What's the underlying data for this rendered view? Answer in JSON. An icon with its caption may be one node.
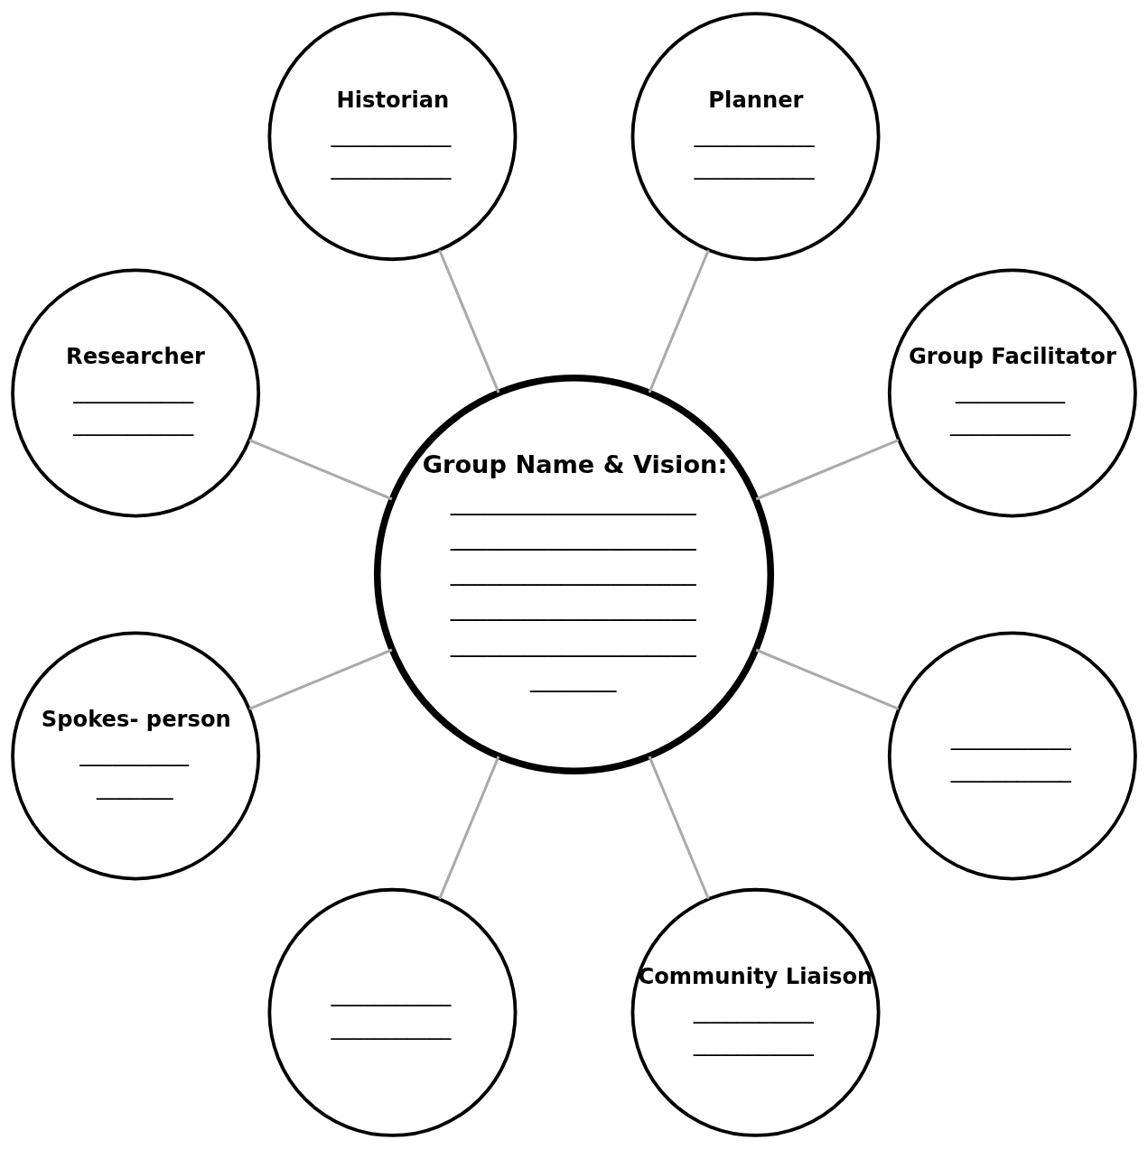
{
  "diagram": {
    "nodes": [
      {
        "text": [
          "Group Facilitator",
          "__________",
          "___________"
        ]
      },
      {
        "text": [
          "Planner",
          "___________",
          "___________"
        ]
      },
      {
        "text": [
          "Historian",
          "___________",
          "___________"
        ]
      },
      {
        "text": [
          "Group Name & Vision:",
          "____________________",
          "____________________",
          "____________________",
          "____________________",
          "____________________",
          "_______"
        ]
      },
      {
        "text": [
          "Researcher",
          "___________",
          "___________"
        ]
      },
      {
        "text": [
          "Spokes- person",
          "__________",
          "_______"
        ]
      },
      {
        "text": [
          "___________",
          "___________"
        ]
      },
      {
        "text": [
          "Community Liaison",
          "___________",
          "___________"
        ]
      },
      {
        "text": [
          "___________",
          "___________"
        ]
      }
    ],
    "edges": [
      {
        "from": 3,
        "to": 0,
        "arrow": "none"
      },
      {
        "from": 3,
        "to": 2,
        "arrow": "none"
      },
      {
        "from": 3,
        "to": 5,
        "arrow": "none"
      },
      {
        "from": 3,
        "to": 7,
        "arrow": "none"
      },
      {
        "from": 3,
        "to": 8,
        "arrow": "none"
      },
      {
        "from": 3,
        "to": 6,
        "arrow": "none"
      },
      {
        "from": 3,
        "to": 4,
        "arrow": "none"
      },
      {
        "from": 3,
        "to": 1,
        "arrow": "none"
      }
    ]
  }
}
